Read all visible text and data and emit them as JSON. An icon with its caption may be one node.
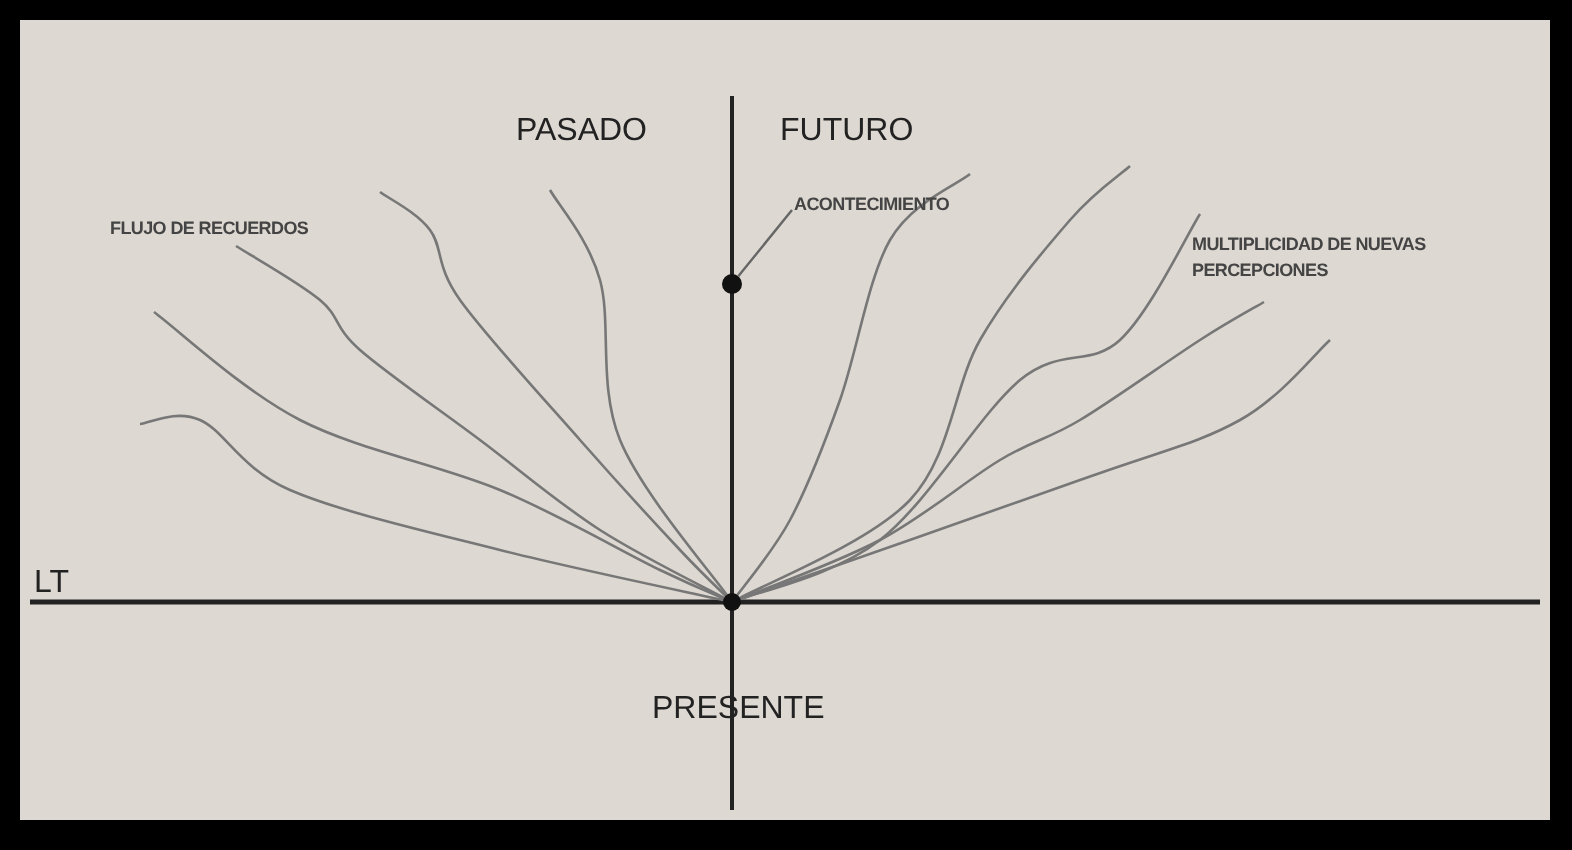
{
  "diagram": {
    "nodes": [
      {
        "text": [
          "ACONTECIMIENTO"
        ]
      },
      {
        "text": [],
        "shape": "circle"
      }
    ],
    "edges": [
      {
        "from": 0,
        "to": 1,
        "arrow": "none"
      }
    ],
    "labels": [
      "PASADO",
      "FUTURO",
      "FLUJO DE RECUERDOS",
      "MULTIPLICIDAD DE NUEVAS PERCEPCIONES",
      "LT",
      "PRESENTE"
    ]
  }
}
